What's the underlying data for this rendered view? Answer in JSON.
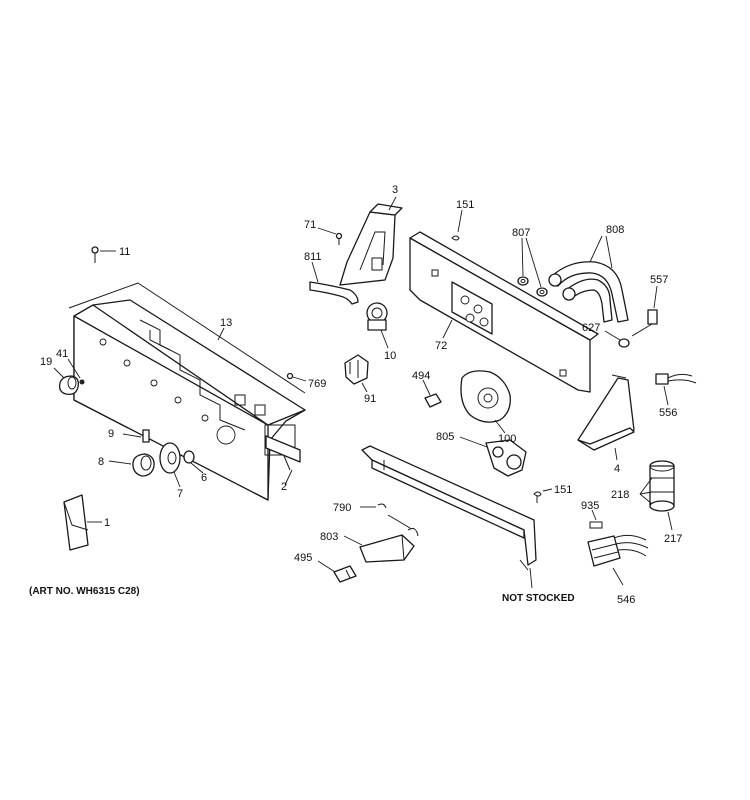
{
  "labels": {
    "p1": "1",
    "p2": "2",
    "p3": "3",
    "p4": "4",
    "p6": "6",
    "p7": "7",
    "p8": "8",
    "p9": "9",
    "p10": "10",
    "p11": "11",
    "p13": "13",
    "p19": "19",
    "p41": "41",
    "p71": "71",
    "p72": "72",
    "p91": "91",
    "p100": "100",
    "p151a": "151",
    "p151b": "151",
    "p217": "217",
    "p218": "218",
    "p494": "494",
    "p495": "495",
    "p546": "546",
    "p556": "556",
    "p557": "557",
    "p627": "627",
    "p769": "769",
    "p790": "790",
    "p803": "803",
    "p805": "805",
    "p807": "807",
    "p808": "808",
    "p811": "811",
    "p935": "935"
  },
  "notes": {
    "art_no": "(ART NO. WH6315 C28)",
    "not_stocked": "NOT STOCKED"
  }
}
